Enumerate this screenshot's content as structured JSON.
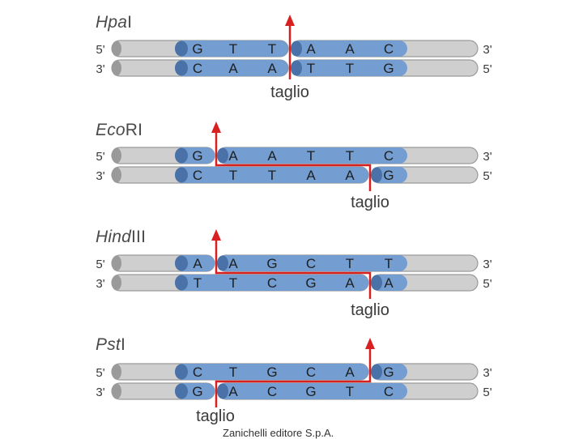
{
  "colors": {
    "strand_fill": "#cfcfcf",
    "strand_edge": "#9a9a9a",
    "site_fill": "#6f9bd1",
    "site_dark": "#4a72a8",
    "cut_red": "#d92020",
    "text": "#3a3a3a"
  },
  "panels": [
    {
      "enzyme_italic": "Hpa",
      "enzyme_rest": "I",
      "top_left_end": "5'",
      "top_right_end": "3'",
      "bottom_left_end": "3'",
      "bottom_right_end": "5'",
      "top_sequence": [
        "G",
        "T",
        "T",
        "A",
        "A",
        "C"
      ],
      "bottom_sequence": [
        "C",
        "A",
        "A",
        "T",
        "T",
        "G"
      ],
      "cut_label": "taglio"
    },
    {
      "enzyme_italic": "Eco",
      "enzyme_rest": "RI",
      "top_left_end": "5'",
      "top_right_end": "3'",
      "bottom_left_end": "3'",
      "bottom_right_end": "5'",
      "top_sequence": [
        "G",
        "A",
        "A",
        "T",
        "T",
        "C"
      ],
      "bottom_sequence": [
        "C",
        "T",
        "T",
        "A",
        "A",
        "G"
      ],
      "cut_label": "taglio"
    },
    {
      "enzyme_italic": "Hind",
      "enzyme_rest": "III",
      "top_left_end": "5'",
      "top_right_end": "3'",
      "bottom_left_end": "3'",
      "bottom_right_end": "5'",
      "top_sequence": [
        "A",
        "A",
        "G",
        "C",
        "T",
        "T"
      ],
      "bottom_sequence": [
        "T",
        "T",
        "C",
        "G",
        "A",
        "A"
      ],
      "cut_label": "taglio"
    },
    {
      "enzyme_italic": "Pst",
      "enzyme_rest": "I",
      "top_left_end": "5'",
      "top_right_end": "3'",
      "bottom_left_end": "3'",
      "bottom_right_end": "5'",
      "top_sequence": [
        "C",
        "T",
        "G",
        "C",
        "A",
        "G"
      ],
      "bottom_sequence": [
        "G",
        "A",
        "C",
        "G",
        "T",
        "C"
      ],
      "cut_label": "taglio"
    }
  ],
  "footer": "Zanichelli editore S.p.A."
}
